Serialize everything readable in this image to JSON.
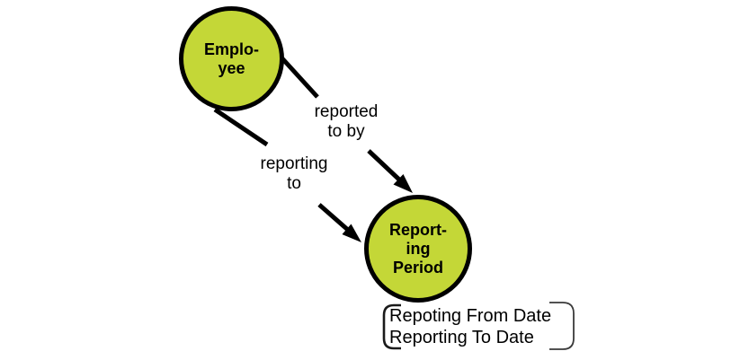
{
  "diagram": {
    "nodes": {
      "employee": {
        "label": "Emplo-\nyee"
      },
      "reporting_period": {
        "label": "Report-\ning\nPeriod"
      }
    },
    "edges": {
      "reported_to_by": {
        "label": "reported\nto by"
      },
      "reporting_to": {
        "label": "reporting\nto"
      }
    },
    "attributes": {
      "lines": "Repoting From Date\nReporting To Date"
    },
    "icons": {
      "arrowheads": "solid-triangle-arrowhead-icon",
      "brackets": "rounded-square-bracket"
    },
    "colors": {
      "node_fill": "#c4d737",
      "node_border": "#000000",
      "arrow": "#000000",
      "text": "#000000",
      "background": "#ffffff"
    }
  }
}
